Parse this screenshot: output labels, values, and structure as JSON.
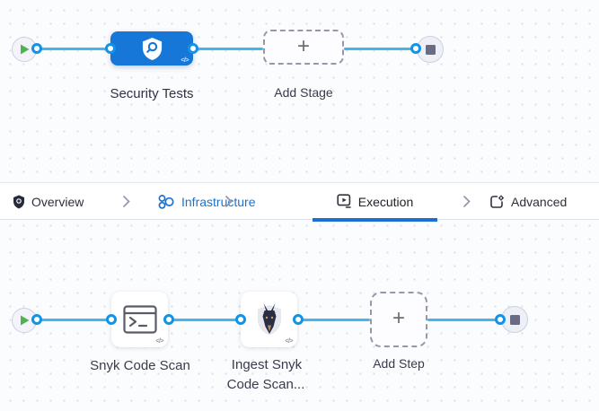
{
  "colors": {
    "stage_node_blue": "#1677d8",
    "connector_line_blue": "#45b5f2",
    "connector_dot_ring": "#1193e8",
    "active_tab_underline": "#1b6fd3",
    "infrastructure_link_blue": "#1a73d3",
    "play_green": "#4fb14f",
    "stop_gray": "#696c83"
  },
  "glyphs": {
    "plus": "+"
  },
  "stage_canvas": {
    "start_node": "play",
    "stage": {
      "name": "Security Tests",
      "icon": "shield-search-icon",
      "code_badge": "</>"
    },
    "add_stage_label": "Add Stage",
    "end_node": "stop"
  },
  "tab_bar": {
    "tabs": [
      {
        "label": "Overview",
        "icon": "shield-icon",
        "active": false
      },
      {
        "label": "Infrastructure",
        "icon": "infrastructure-icon",
        "active": false
      },
      {
        "label": "Execution",
        "icon": "execution-icon",
        "active": true
      },
      {
        "label": "Advanced",
        "icon": "advanced-icon",
        "active": false
      }
    ],
    "separator": "chevron-right"
  },
  "step_canvas": {
    "start_node": "play",
    "steps": [
      {
        "name": "Snyk Code Scan",
        "icon": "terminal-icon",
        "code_badge": "</>"
      },
      {
        "name_line1": "Ingest Snyk",
        "name_line2": "Code Scan...",
        "icon": "snyk-dog-icon",
        "code_badge": "</>"
      }
    ],
    "add_step_label": "Add Step",
    "end_node": "stop"
  }
}
